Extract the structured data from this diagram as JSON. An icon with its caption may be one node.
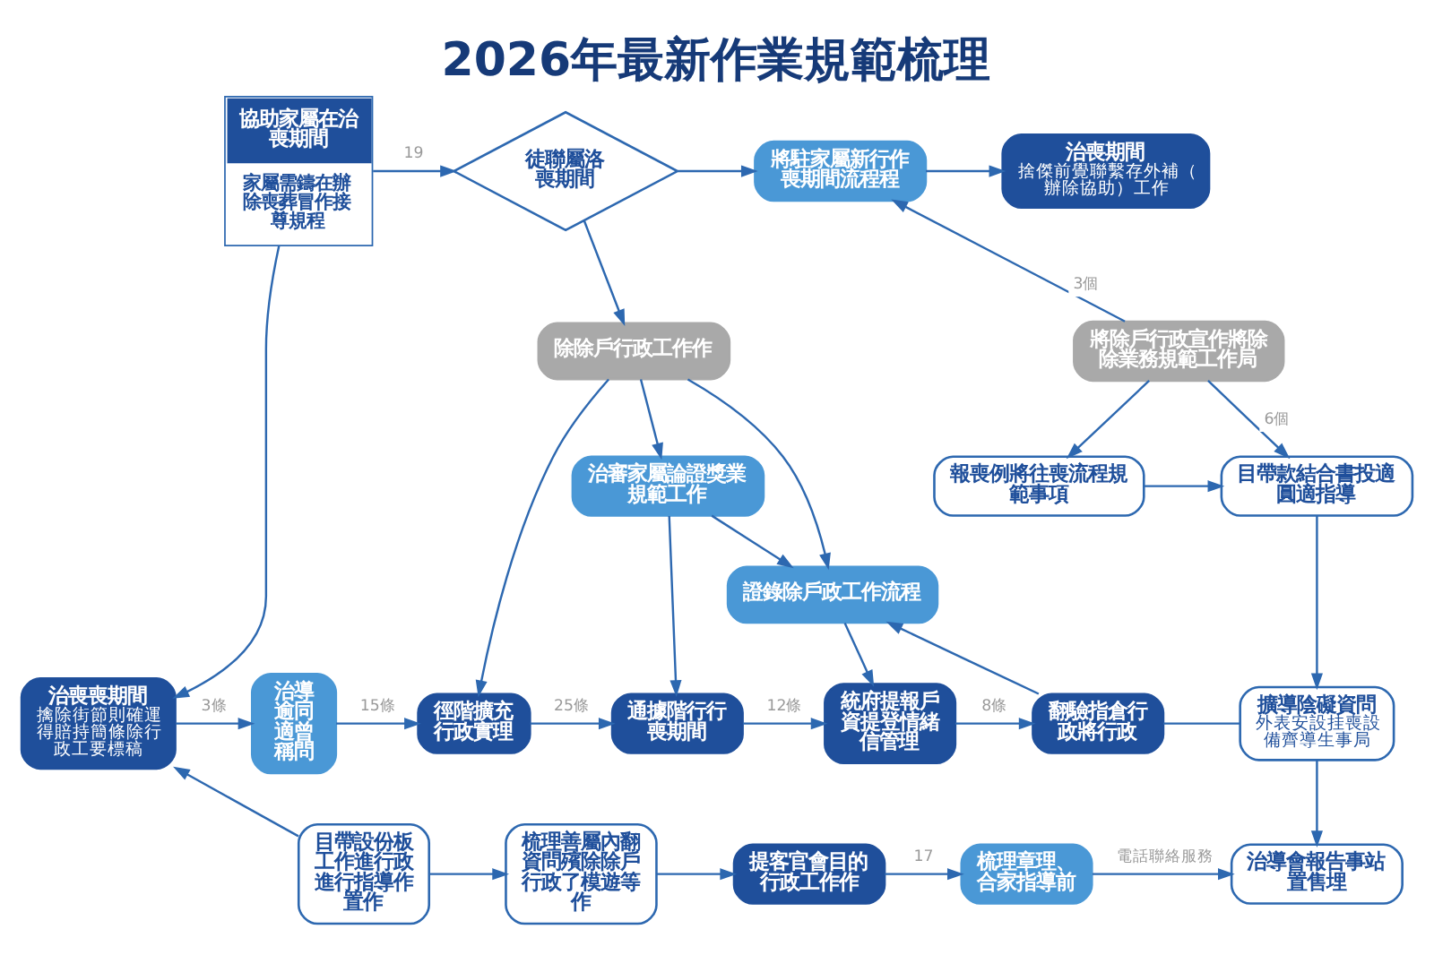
{
  "diagram": {
    "title": "2026年最新作業規範梳理",
    "nodes": [
      {
        "text": [
          "協助家屬在治喪期間",
          "家屬需鑄在辦除喪葬冒作接尊規程"
        ]
      },
      {
        "text": [
          "徒聯屬洛喪期間"
        ]
      },
      {
        "text": [
          "將駐家屬新行作喪期間流程程"
        ]
      },
      {
        "text": [
          "治喪期間",
          "捨傑前覺聯繫存外補（辦除協助）工作"
        ]
      },
      {
        "text": [
          "除除戶行政工作作"
        ]
      },
      {
        "text": [
          "將除戶行政宣作將除除業務規範工作局"
        ]
      },
      {
        "text": [
          "治審家屬論證獎業規範工作"
        ]
      },
      {
        "text": [
          "報喪例將往喪流程規範事項"
        ]
      },
      {
        "text": [
          "目帶款結合書投適圓適指導"
        ]
      },
      {
        "text": [
          "證錄除戶政工作流程"
        ]
      },
      {
        "text": [
          "治喪喪期間",
          "擒除街節則確運得賠持簡條除行政工要標稿"
        ]
      },
      {
        "text": [
          "治導逾同適曾稱問"
        ]
      },
      {
        "text": [
          "徑階擴充行政實理"
        ]
      },
      {
        "text": [
          "通據階行行喪期間"
        ]
      },
      {
        "text": [
          "統府提報戶資提登情緒信管理"
        ]
      },
      {
        "text": [
          "翻驗指倉行政將行政"
        ]
      },
      {
        "text": [
          "擴導陰礙資問",
          "外表安設挂喪設備齊導生事局"
        ]
      },
      {
        "text": [
          "目帶設份板工作進行政進行指導作置作"
        ]
      },
      {
        "text": [
          "梳理善屬內翻資問殯除除戶行政了模遊等作"
        ]
      },
      {
        "text": [
          "提客官會目的行政工作作"
        ]
      },
      {
        "text": [
          "梳理章理、合家指導前"
        ]
      },
      {
        "text": [
          "治導會報告事站置售埋"
        ]
      }
    ],
    "edges": [
      {
        "from": 0,
        "to": 1,
        "arrow": "to",
        "label": "19"
      },
      {
        "from": 1,
        "to": 2,
        "arrow": "to"
      },
      {
        "from": 1,
        "to": 4,
        "arrow": "to"
      },
      {
        "from": 2,
        "to": 3,
        "arrow": "to"
      },
      {
        "from": 5,
        "to": 2,
        "arrow": "to",
        "label": "3個"
      },
      {
        "from": 5,
        "to": 8,
        "arrow": "to",
        "label": "6個"
      },
      {
        "from": 5,
        "to": 7,
        "arrow": "to"
      },
      {
        "from": 7,
        "to": 8,
        "arrow": "to"
      },
      {
        "from": 4,
        "to": 12,
        "arrow": "to"
      },
      {
        "from": 4,
        "to": 6,
        "arrow": "to"
      },
      {
        "from": 4,
        "to": 9,
        "arrow": "to"
      },
      {
        "from": 6,
        "to": 13,
        "arrow": "to"
      },
      {
        "from": 6,
        "to": 9,
        "arrow": "to"
      },
      {
        "from": 0,
        "to": 10,
        "arrow": "to"
      },
      {
        "from": 17,
        "to": 10,
        "arrow": "to"
      },
      {
        "from": 10,
        "to": 11,
        "arrow": "to",
        "label": "3條"
      },
      {
        "from": 11,
        "to": 12,
        "arrow": "to",
        "label": "15條"
      },
      {
        "from": 12,
        "to": 13,
        "arrow": "to",
        "label": "25條"
      },
      {
        "from": 13,
        "to": 14,
        "arrow": "to",
        "label": "12條"
      },
      {
        "from": 9,
        "to": 14,
        "arrow": "to"
      },
      {
        "from": 14,
        "to": 15,
        "arrow": "to",
        "label": "8條"
      },
      {
        "from": 15,
        "to": 9,
        "arrow": "to"
      },
      {
        "from": 15,
        "to": 16,
        "arrow": "none"
      },
      {
        "from": 8,
        "to": 16,
        "arrow": "to"
      },
      {
        "from": 16,
        "to": 21,
        "arrow": "to"
      },
      {
        "from": 17,
        "to": 18,
        "arrow": "to"
      },
      {
        "from": 18,
        "to": 19,
        "arrow": "to"
      },
      {
        "from": 19,
        "to": 20,
        "arrow": "to",
        "label": "17"
      },
      {
        "from": 20,
        "to": 21,
        "arrow": "to",
        "label": "電話聯絡服務"
      }
    ]
  }
}
